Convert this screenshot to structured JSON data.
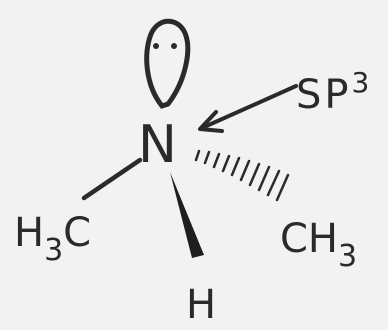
{
  "molecule": {
    "central_atom": "N",
    "hybridization_label": "SP3",
    "substituents": {
      "left": "H3C",
      "right": "CH3",
      "bottom": "H"
    }
  },
  "colors": {
    "ink": "#2a2a2a",
    "paper": "#f2f2f2"
  }
}
